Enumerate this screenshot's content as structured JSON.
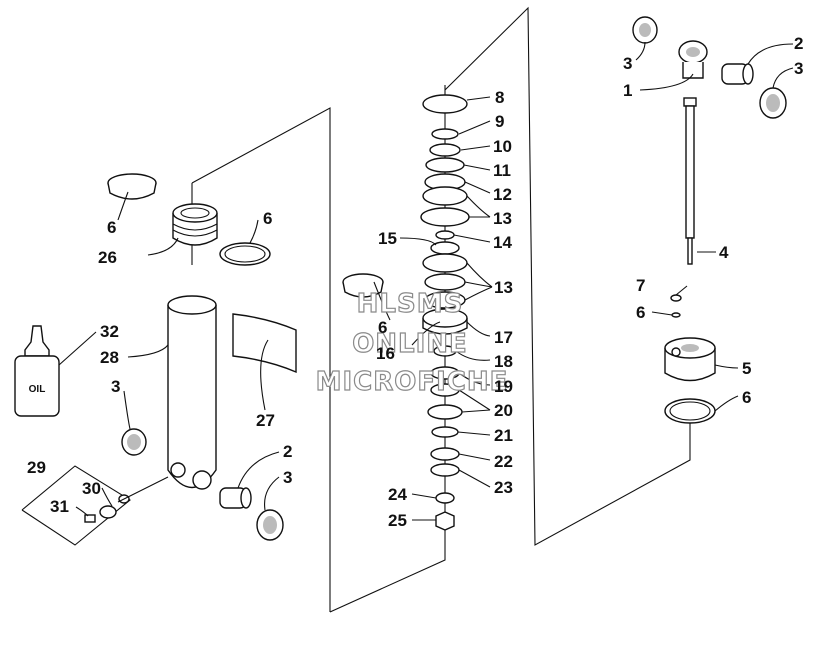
{
  "oil_bottle_label": "OIL",
  "watermark": [
    "HLSMS",
    "ONLINE",
    "MICROFICHE"
  ],
  "callouts": {
    "c3a": "3",
    "c1": "1",
    "c2a": "2",
    "c3b": "3",
    "c8": "8",
    "c9": "9",
    "c10": "10",
    "c11": "11",
    "c12": "12",
    "c13a": "13",
    "c14": "14",
    "c15": "15",
    "c13b": "13",
    "c6a": "6",
    "c26": "26",
    "c6b": "6",
    "c32": "32",
    "c28": "28",
    "c3c": "3",
    "c27": "27",
    "c29": "29",
    "c30": "30",
    "c31": "31",
    "c2b": "2",
    "c3d": "3",
    "c6c": "6",
    "c16": "16",
    "c17": "17",
    "c18": "18",
    "c19": "19",
    "c20": "20",
    "c21": "21",
    "c22": "22",
    "c23": "23",
    "c24": "24",
    "c25": "25",
    "c4": "4",
    "c7": "7",
    "c6d": "6",
    "c5": "5",
    "c6e": "6"
  }
}
